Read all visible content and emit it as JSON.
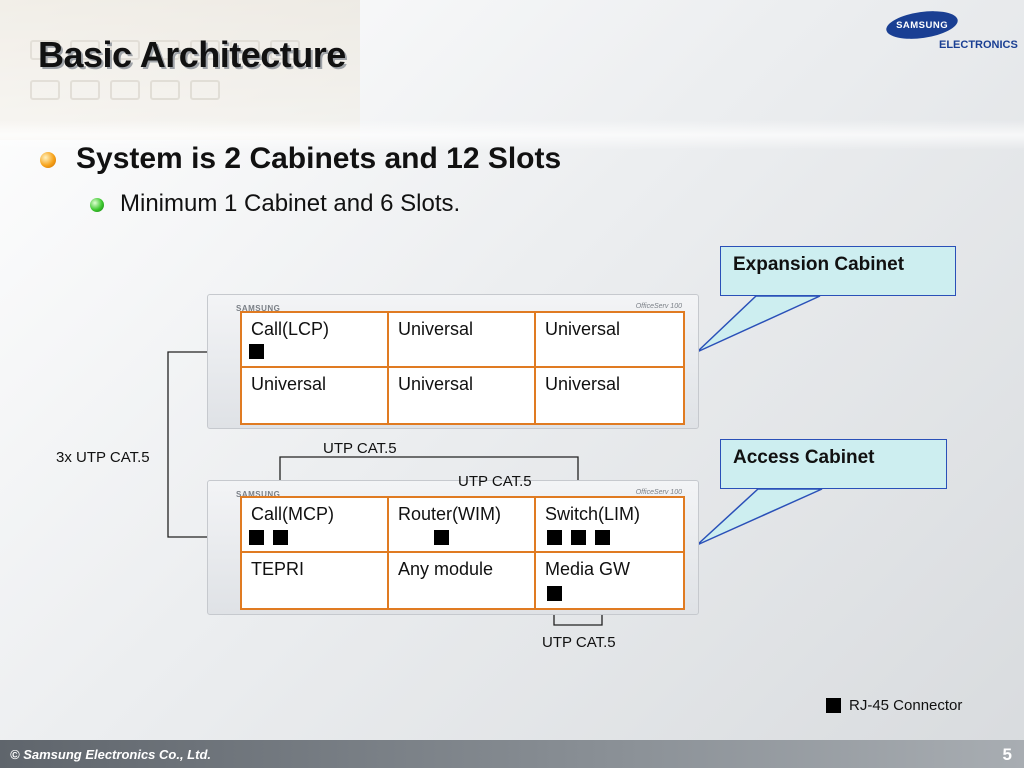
{
  "slide": {
    "title": "Basic Architecture",
    "bullet1": "System is 2 Cabinets and 12 Slots",
    "bullet2": "Minimum 1 Cabinet and 6 Slots."
  },
  "logo": {
    "brand": "SAMSUNG",
    "division": "ELECTRONICS"
  },
  "callouts": {
    "expansion": "Expansion Cabinet",
    "access": "Access Cabinet"
  },
  "cabinets": {
    "brand": "SAMSUNG",
    "model": "OfficeServ 100",
    "expansion": {
      "slots": [
        "Call(LCP)",
        "Universal",
        "Universal",
        "Universal",
        "Universal",
        "Universal"
      ]
    },
    "access": {
      "slots": [
        "Call(MCP)",
        "Router(WIM)",
        "Switch(LIM)",
        "TEPRI",
        "Any module",
        "Media GW"
      ]
    }
  },
  "labels": {
    "utp_3x": "3x UTP CAT.5",
    "utp_top": "UTP CAT.5",
    "utp_mid": "UTP CAT.5",
    "utp_bottom": "UTP CAT.5"
  },
  "legend": {
    "text": "RJ-45 Connector"
  },
  "footer": {
    "copyright": "© Samsung Electronics Co., Ltd.",
    "page": "5"
  },
  "colors": {
    "slot_border": "#e07b22",
    "callout_fill": "#cdeef0",
    "callout_border": "#2a50b8",
    "logo_blue": "#1a3f93"
  }
}
